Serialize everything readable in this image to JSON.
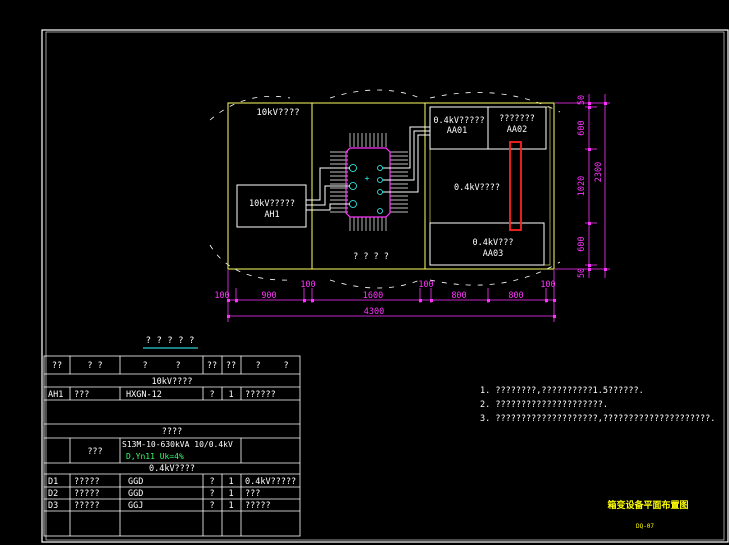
{
  "colors": {
    "background": "#000000",
    "frame": "#ffffff",
    "room": "#ffff66",
    "equipment": "#ffffff",
    "transformer": "#ff33ff",
    "dimension": "#ff33ff",
    "cyan": "#33ffff",
    "busbar": "#ff2222",
    "title": "#ffff00",
    "text": "#ffffff"
  },
  "plan": {
    "room_10kv_label": "10kV????",
    "ah1_line1": "10kV?????",
    "ah1_line2": "AH1",
    "aa01_line1": "0.4kV?????",
    "aa01_line2": "AA01",
    "aa02_line1": "???????",
    "aa02_line2": "AA02",
    "room_04kv_label": "0.4kV????",
    "aa03_line1": "0.4kV???",
    "aa03_line2": "AA03",
    "transformer_room_label": "? ? ? ?"
  },
  "dims": {
    "horizontal": [
      "100",
      "900",
      "100",
      "1600",
      "100",
      "800",
      "800",
      "100"
    ],
    "total_horizontal": "4300",
    "vertical": [
      "50",
      "600",
      "1020",
      "600",
      "50"
    ],
    "total_vertical": "2300"
  },
  "table": {
    "title": "? ? ? ? ?",
    "headers": [
      "??",
      "? ?",
      "?",
      "?",
      "??",
      "??",
      "?",
      "?"
    ],
    "section_10kv": "10kV????",
    "row_ah1": [
      "AH1",
      "???",
      "HXGN-12",
      "?",
      "1",
      "??????"
    ],
    "section_transformer": "????",
    "transformer_col1": "???",
    "transformer_model": "S13M-10-630kVA  10/0.4kV",
    "transformer_spec": "D,Yn11  Uk=4%",
    "section_04kv": "0.4kV????",
    "rows": [
      [
        "D1",
        "?????",
        "GGD",
        "?",
        "1",
        "0.4kV?????"
      ],
      [
        "D2",
        "?????",
        "GGD",
        "?",
        "1",
        "???"
      ],
      [
        "D3",
        "?????",
        "GGJ",
        "?",
        "1",
        "?????"
      ]
    ]
  },
  "notes": [
    "1. ????????,??????????1.5??????.",
    "2. ?????????????????????.",
    "3. ????????????????????,?????????????????????."
  ],
  "drawing_title": "箱变设备平面布置图",
  "drawing_number": "DQ-07"
}
